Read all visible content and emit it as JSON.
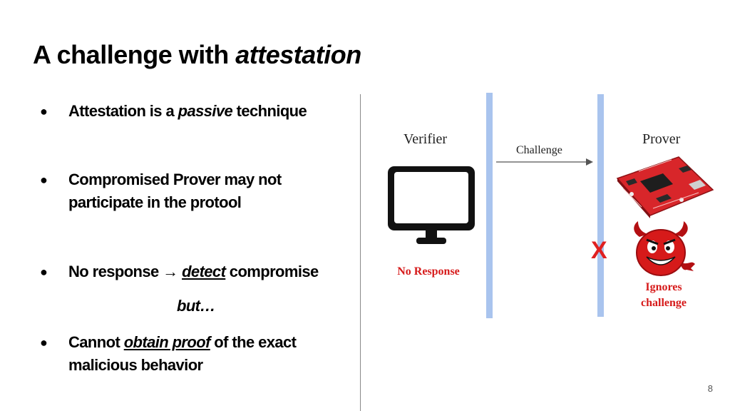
{
  "slide": {
    "title_plain": "A challenge with ",
    "title_emph": "attestation",
    "page_number": "8"
  },
  "bullets": [
    {
      "pre": "Attestation is a ",
      "emph": "passive",
      "post": " technique"
    },
    {
      "text": "Compromised Prover may not participate in the protool"
    },
    {
      "pre": "No response → ",
      "emph": "detect",
      "post": " compromise"
    },
    {
      "pre": "Cannot ",
      "emph": "obtain proof",
      "post": " of the exact malicious behavior"
    }
  ],
  "bullet_marker": "●",
  "interjection": "but…",
  "diagram": {
    "verifier_label": "Verifier",
    "prover_label": "Prover",
    "challenge_label": "Challenge",
    "no_response_label": "No Response",
    "block_mark": "X",
    "prover_status_line1": "Ignores",
    "prover_status_line2": "challenge",
    "colors": {
      "timeline": "#a9c4ee",
      "alert_red": "#d61a1a",
      "board_red": "#d8262a"
    },
    "icons": [
      "monitor-icon",
      "circuit-board-icon",
      "devil-icon",
      "arrow-right-icon"
    ]
  }
}
